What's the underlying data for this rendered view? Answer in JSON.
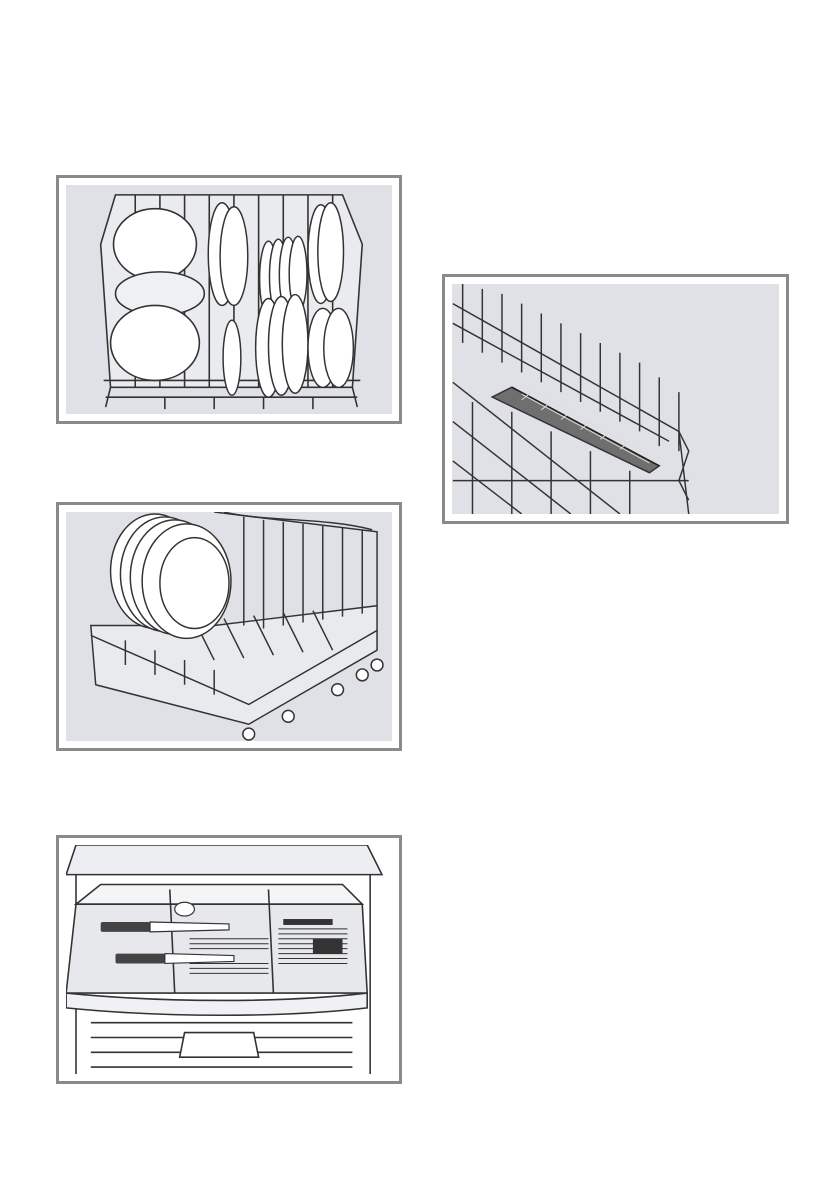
{
  "page": {
    "background": "#ffffff",
    "frame_color": "#8a8a8a",
    "panel_color": "#dfe1e6"
  },
  "figures": [
    {
      "id": "upper-basket-loaded",
      "icon": "dish-rack-with-bowls-and-plates"
    },
    {
      "id": "lower-basket-plates",
      "icon": "lower-basket-with-plates"
    },
    {
      "id": "cutlery-drawer",
      "icon": "cutlery-drawer-open"
    },
    {
      "id": "rack-insert-detail",
      "icon": "rack-wire-insert-closeup"
    }
  ]
}
